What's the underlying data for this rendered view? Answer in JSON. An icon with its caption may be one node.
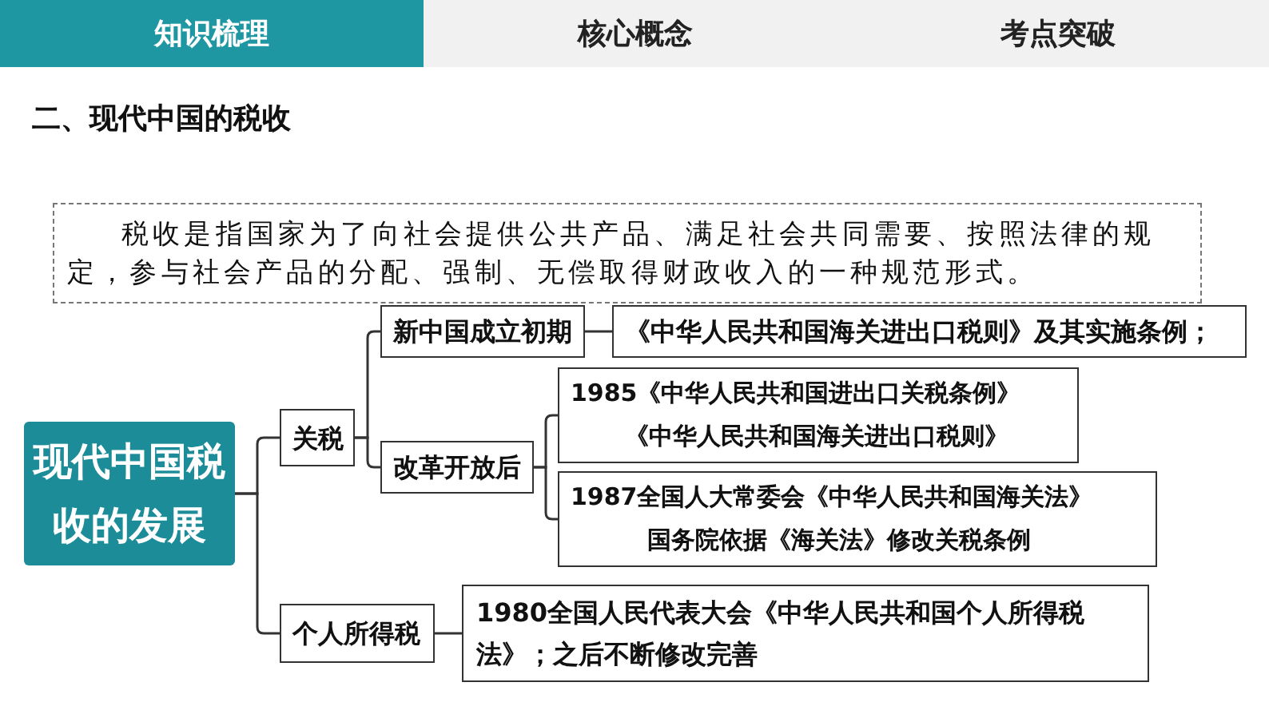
{
  "diagram": {
    "title": "二、现代中国的税收",
    "nodes": [
      {
        "text": [
          "税收是指国家为了向社会提供公共产品、满足社会共同需要、按照法律的规定，参与社会产品的分配、强制、无偿取得财政收入的一种规范形式。"
        ]
      },
      {
        "text": [
          "现代中国税收的发展"
        ]
      },
      {
        "text": [
          "关税"
        ]
      },
      {
        "text": [
          "新中国成立初期"
        ]
      },
      {
        "text": [
          "《中华人民共和国海关进出口税则》及其实施条例；"
        ]
      },
      {
        "text": [
          "改革开放后"
        ]
      },
      {
        "text": [
          "1985《中华人民共和国进出口关税条例》",
          "《中华人民共和国海关进出口税则》"
        ]
      },
      {
        "text": [
          "1987全国人大常委会《中华人民共和国海关法》",
          "国务院依据《海关法》修改关税条例"
        ]
      },
      {
        "text": [
          "个人所得税"
        ]
      },
      {
        "text": [
          "1980全国人民代表大会《中华人民共和国个人所得税法》；之后不断修改完善"
        ]
      }
    ],
    "edges": [
      {
        "from": 1,
        "to": 2,
        "arrow": "none"
      },
      {
        "from": 1,
        "to": 8,
        "arrow": "none"
      },
      {
        "from": 2,
        "to": 3,
        "arrow": "none"
      },
      {
        "from": 2,
        "to": 5,
        "arrow": "none"
      },
      {
        "from": 3,
        "to": 4,
        "arrow": "none"
      },
      {
        "from": 5,
        "to": 6,
        "arrow": "none"
      },
      {
        "from": 5,
        "to": 7,
        "arrow": "none"
      },
      {
        "from": 8,
        "to": 9,
        "arrow": "none"
      }
    ],
    "labels": [
      "知识梳理",
      "核心概念",
      "考点突破"
    ]
  }
}
